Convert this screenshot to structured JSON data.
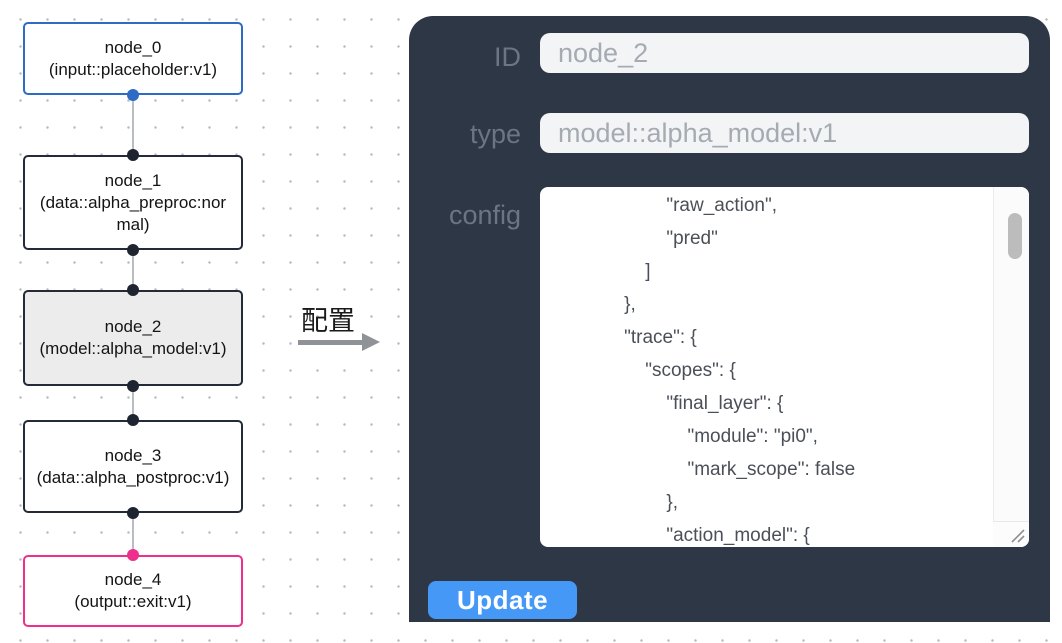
{
  "canvas": {
    "nodes": [
      {
        "id": "node_0",
        "title": "node_0",
        "subtitle": "(input::placeholder:v1)",
        "variant": "input"
      },
      {
        "id": "node_1",
        "title": "node_1",
        "subtitle": "(data::alpha_preproc:normal)",
        "variant": "default"
      },
      {
        "id": "node_2",
        "title": "node_2",
        "subtitle": "(model::alpha_model:v1)",
        "variant": "selected"
      },
      {
        "id": "node_3",
        "title": "node_3",
        "subtitle": "(data::alpha_postproc:v1)",
        "variant": "default"
      },
      {
        "id": "node_4",
        "title": "node_4",
        "subtitle": "(output::exit:v1)",
        "variant": "output"
      }
    ],
    "colors": {
      "input_accent": "#2e6bc4",
      "output_accent": "#ee2f8b",
      "node_border": "#242b38",
      "selected_bg": "#ececec",
      "edge": "#b9bdc4"
    }
  },
  "transition": {
    "label": "配置"
  },
  "panel": {
    "bg": "#2d3745",
    "fields": [
      {
        "label": "ID",
        "value": "node_2"
      },
      {
        "label": "type",
        "value": "model::alpha_model:v1"
      }
    ],
    "config": {
      "label": "config",
      "text": "            \"raw_action\",\n            \"pred\"\n        ]\n    },\n    \"trace\": {\n        \"scopes\": {\n            \"final_layer\": {\n                \"module\": \"pi0\",\n                \"mark_scope\": false\n            },\n            \"action_model\": {"
    },
    "update_button": {
      "label": "Update",
      "color": "#4698f7"
    }
  }
}
